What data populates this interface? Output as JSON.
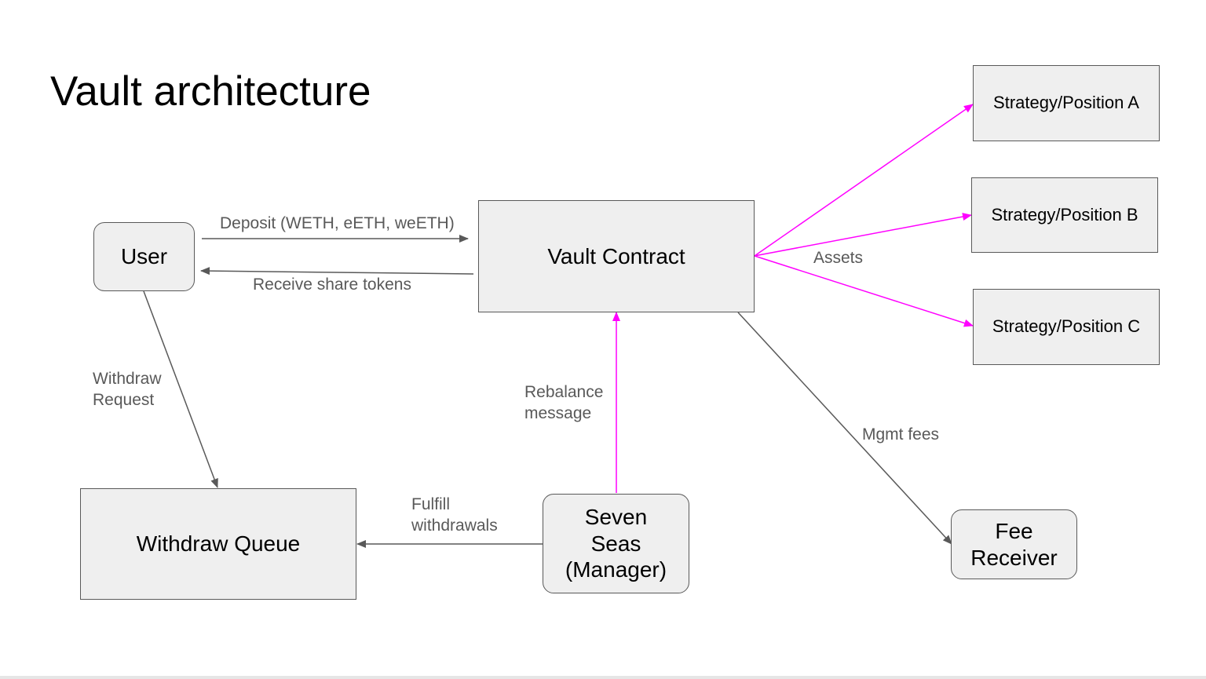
{
  "title": "Vault architecture",
  "nodes": {
    "user": "User",
    "vault_contract": "Vault Contract",
    "strategy_a": "Strategy/Position A",
    "strategy_b": "Strategy/Position B",
    "strategy_c": "Strategy/Position C",
    "withdraw_queue": "Withdraw Queue",
    "manager": "Seven\nSeas\n(Manager)",
    "fee_receiver": "Fee\nReceiver"
  },
  "edges": {
    "deposit": "Deposit (WETH, eETH, weETH)",
    "receive_shares": "Receive share tokens",
    "assets": "Assets",
    "withdraw_request": "Withdraw\nRequest",
    "rebalance": "Rebalance\nmessage",
    "fulfill": "Fulfill\nwithdrawals",
    "mgmt_fees": "Mgmt fees"
  },
  "colors": {
    "node_fill": "#efefef",
    "node_border": "#595959",
    "arrow_gray": "#595959",
    "arrow_magenta": "#ff00ff",
    "label_text": "#595959"
  }
}
